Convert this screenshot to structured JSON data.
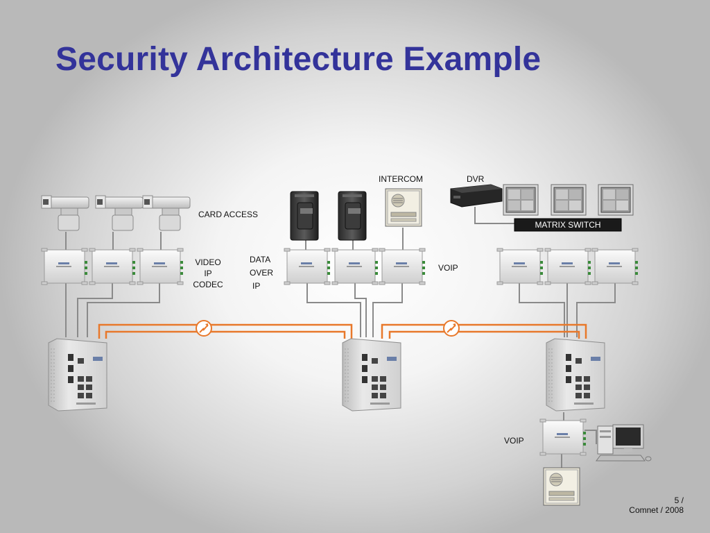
{
  "title": "Security Architecture Example",
  "labels": {
    "card_access": "CARD ACCESS",
    "video_ip_codec": [
      "VIDEO",
      "IP",
      "CODEC"
    ],
    "data_over_ip": [
      "DATA",
      "OVER",
      "IP"
    ],
    "intercom": "INTERCOM",
    "dvr": "DVR",
    "matrix_switch": "MATRIX SWITCH",
    "voip_upper": "VOIP",
    "voip_lower": "VOIP"
  },
  "footer": {
    "page": "5 /",
    "credit": "Comnet  / 2008"
  },
  "icons": {
    "camera": "ptz-camera-icon",
    "card_reader": "card-reader-icon",
    "intercom": "intercom-panel-icon",
    "dvr": "dvr-recorder-icon",
    "monitor": "cctv-monitor-icon",
    "codec": "ip-codec-module-icon",
    "switch": "ethernet-switch-icon",
    "computer": "desktop-computer-icon"
  },
  "colors": {
    "title": "#33339a",
    "fiber_link": "#e8782a",
    "copper_link": "#8a8a8a",
    "matrix_switch_bg": "#1a1a1a"
  }
}
